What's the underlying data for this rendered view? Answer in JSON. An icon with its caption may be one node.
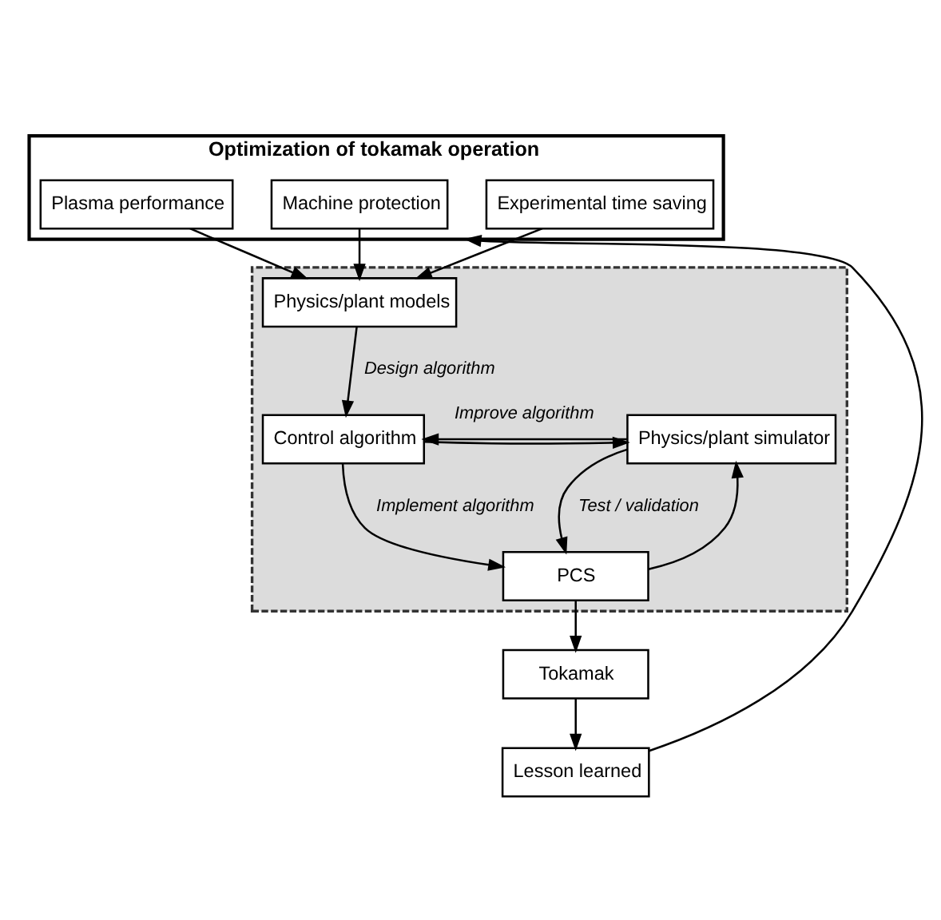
{
  "diagram": {
    "nodes": [
      {
        "text": [
          "Optimization of tokamak operation"
        ]
      },
      {
        "text": [
          "Plasma performance"
        ],
        "in": 0
      },
      {
        "text": [
          "Machine protection"
        ],
        "in": 0
      },
      {
        "text": [
          "Experimental time saving"
        ],
        "in": 0
      },
      {
        "text": [],
        "shape": "box"
      },
      {
        "text": [
          "Physics/plant models"
        ],
        "in": 4
      },
      {
        "text": [
          "Control algorithm"
        ],
        "in": 4
      },
      {
        "text": [
          "Physics/plant simulator"
        ],
        "in": 4
      },
      {
        "text": [
          "PCS"
        ],
        "in": 4
      },
      {
        "text": [
          "Lesson learned"
        ]
      },
      {
        "text": [
          "Tokamak"
        ]
      }
    ],
    "edges": [
      {
        "from": 1,
        "to": 5,
        "arrow": "to"
      },
      {
        "from": 2,
        "to": 5,
        "arrow": "to"
      },
      {
        "from": 3,
        "to": 5,
        "arrow": "to"
      },
      {
        "from": 5,
        "to": 6,
        "arrow": "to",
        "label": "Design algorithm"
      },
      {
        "from": 7,
        "to": 6,
        "arrow": "to",
        "label": "Improve algorithm"
      },
      {
        "from": 6,
        "to": 7,
        "arrow": "to"
      },
      {
        "from": 6,
        "to": 8,
        "arrow": "to",
        "label": "Implement algorithm"
      },
      {
        "from": 8,
        "to": 7,
        "arrow": "to"
      },
      {
        "from": 7,
        "to": 8,
        "arrow": "to",
        "label": "Test / validation"
      },
      {
        "from": 8,
        "to": 10,
        "arrow": "to"
      },
      {
        "from": 10,
        "to": 9,
        "arrow": "to"
      },
      {
        "from": 9,
        "to": 0,
        "arrow": "to"
      }
    ]
  }
}
